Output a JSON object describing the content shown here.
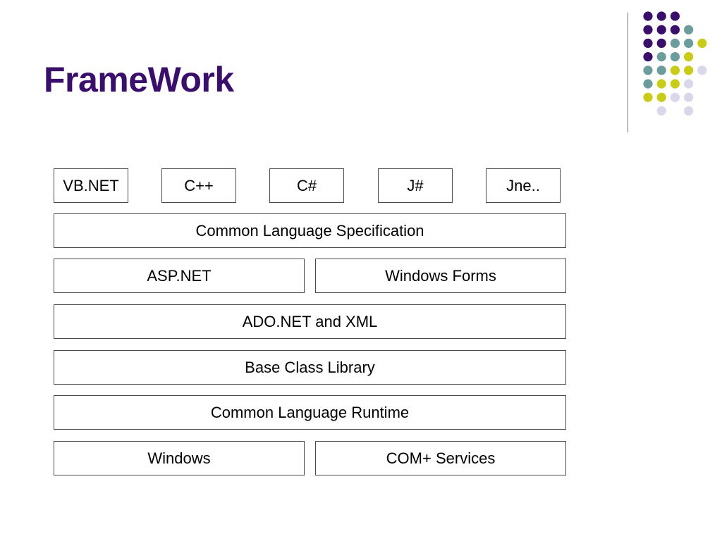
{
  "slide": {
    "title": "FrameWork",
    "decoration": {
      "colors": {
        "purple": "#3a0f6b",
        "teal": "#6c9c9c",
        "yellow": "#c8cc16",
        "lavender": "#d8d8ea"
      }
    }
  },
  "stack": {
    "languages": [
      "VB.NET",
      "C++",
      "C#",
      "J#",
      "Jne.."
    ],
    "cls": "Common Language Specification",
    "asp_net": "ASP.NET",
    "windows_forms": "Windows Forms",
    "ado_xml": "ADO.NET and XML",
    "bcl": "Base Class Library",
    "clr": "Common Language Runtime",
    "windows": "Windows",
    "com_services": "COM+ Services"
  }
}
